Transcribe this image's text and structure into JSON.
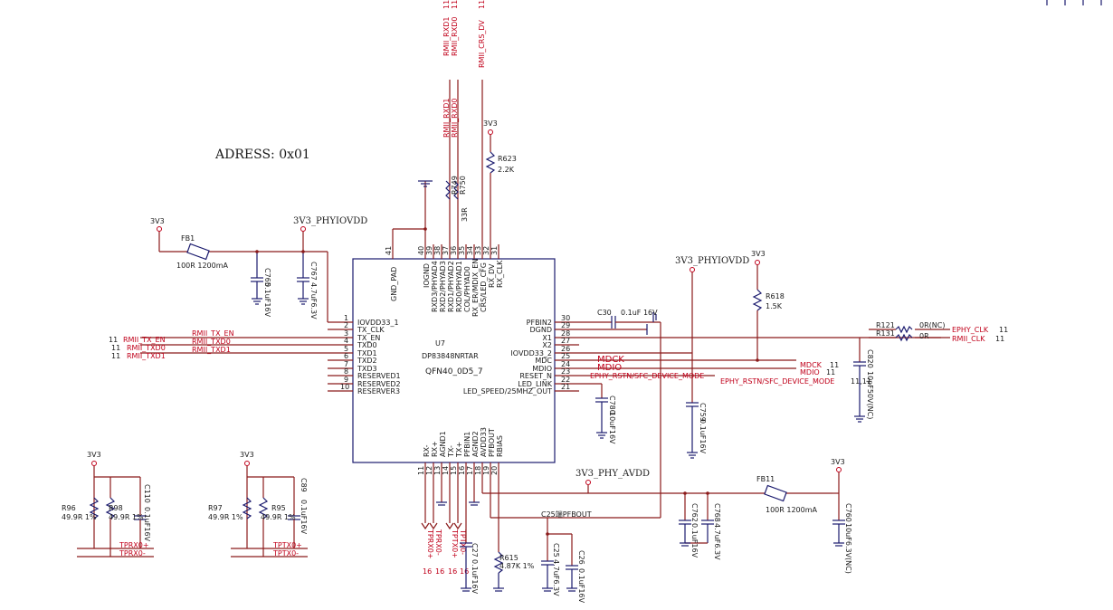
{
  "address_note": "ADRESS:  0x01",
  "chip": {
    "ref": "U7",
    "part": "DP83848NRTAR",
    "package": "QFN40_0D5_7"
  },
  "left_pins": [
    {
      "num": "1",
      "name": "IOVDD33_1"
    },
    {
      "num": "2",
      "name": "TX_CLK"
    },
    {
      "num": "3",
      "name": "TX_EN"
    },
    {
      "num": "4",
      "name": "TXD0"
    },
    {
      "num": "5",
      "name": "TXD1"
    },
    {
      "num": "6",
      "name": "TXD2"
    },
    {
      "num": "7",
      "name": "TXD3"
    },
    {
      "num": "8",
      "name": "RESERVED1"
    },
    {
      "num": "9",
      "name": "RESERVED2"
    },
    {
      "num": "10",
      "name": "RESERVER3"
    }
  ],
  "right_pins": [
    {
      "num": "30",
      "name": "PFBIN2"
    },
    {
      "num": "29",
      "name": "DGND"
    },
    {
      "num": "28",
      "name": "X1"
    },
    {
      "num": "27",
      "name": "X2"
    },
    {
      "num": "26",
      "name": "IOVDD33_2"
    },
    {
      "num": "25",
      "name": "MDC"
    },
    {
      "num": "24",
      "name": "MDIO"
    },
    {
      "num": "23",
      "name": "RESET_N"
    },
    {
      "num": "22",
      "name": "LED_LINK"
    },
    {
      "num": "21",
      "name": "LED_SPEED/25MHZ_OUT"
    }
  ],
  "top_pins": [
    {
      "num": "41",
      "name": "GND_PAD"
    },
    {
      "num": "40",
      "name": "IOGND"
    },
    {
      "num": "39",
      "name": "RXD3/PHYAD4"
    },
    {
      "num": "38",
      "name": "RXD2/PHYAD3"
    },
    {
      "num": "37",
      "name": "RXD1/PHYAD2"
    },
    {
      "num": "36",
      "name": "RXD0/PHYAD1"
    },
    {
      "num": "35",
      "name": "COL/PHYAD0"
    },
    {
      "num": "34",
      "name": "RX_ER/MDIX_EN"
    },
    {
      "num": "33",
      "name": "CRS/LED_CFG"
    },
    {
      "num": "32",
      "name": "RX_DV"
    },
    {
      "num": "31",
      "name": "RX_CLK"
    }
  ],
  "bottom_pins": [
    {
      "num": "11",
      "name": "RX-"
    },
    {
      "num": "12",
      "name": "RX+"
    },
    {
      "num": "13",
      "name": "AGND1"
    },
    {
      "num": "14",
      "name": "TX-"
    },
    {
      "num": "15",
      "name": "TX+"
    },
    {
      "num": "16",
      "name": "PFBIN1"
    },
    {
      "num": "17",
      "name": "AGND2"
    },
    {
      "num": "18",
      "name": "AVDD33"
    },
    {
      "num": "19",
      "name": "PFBOUT"
    },
    {
      "num": "20",
      "name": "RBIAS"
    }
  ],
  "nets": {
    "v3v3": "3V3",
    "phy_iovdd": "3V3_PHYIOVDD",
    "phy_avdd": "3V3_PHY_AVDD",
    "rmii_tx_en": "RMII_TX_EN",
    "rmii_txd0": "RMII_TXD0",
    "rmii_txd1": "RMII_TXD1",
    "rmii_rxd1": "RMII_RXD1",
    "rmii_rxd0": "RMII_RXD0",
    "rmii_crs_dv": "RMII_CRS_DV",
    "mdck": "MDCK",
    "mdio": "MDIO",
    "ephy_rstn": "EPHY_RSTN/SFC_DEVICE_MODE",
    "ephy_clk": "EPHY_CLK",
    "rmii_clk": "RMII_CLK",
    "tprx_p": "TPRX0+",
    "tprx_n": "TPRX0-",
    "tptx_p": "TPTX0+",
    "tptx_n": "TPTX0-",
    "c25_pfbout": "C25端PFBOUT"
  },
  "sheet_refs": {
    "eleven": "11",
    "sixteen": "16",
    "elevenpair": "11,11"
  },
  "components": {
    "fb1": {
      "ref": "FB1",
      "value": "100R 1200mA"
    },
    "fb11": {
      "ref": "FB11",
      "value": "100R 1200mA"
    },
    "c765": {
      "ref": "C765",
      "value": "0.1uF16V"
    },
    "c767": {
      "ref": "C767",
      "value": "4.7uF6.3V"
    },
    "r623": {
      "ref": "R623",
      "value": "2.2K"
    },
    "r749": {
      "ref": "R749",
      "value": "33R"
    },
    "r750": {
      "ref": "R750",
      "value": "33R"
    },
    "r618": {
      "ref": "R618",
      "value": "1.5K"
    },
    "r121": {
      "ref": "R121",
      "value": "0R(NC)"
    },
    "r131": {
      "ref": "R131",
      "value": "0R"
    },
    "c30": {
      "ref": "C30",
      "value": "0.1uF 16V"
    },
    "c820": {
      "ref": "C820",
      "value": "10pF50V(NC)"
    },
    "c780": {
      "ref": "C780",
      "value": "10uF16V"
    },
    "c759": {
      "ref": "C759",
      "value": "0.1uF16V"
    },
    "c110": {
      "ref": "C110",
      "value": "0.1uF16V"
    },
    "c89": {
      "ref": "C89",
      "value": "0.1uF16V"
    },
    "r96": {
      "ref": "R96",
      "value": "49.9R 1%"
    },
    "r98": {
      "ref": "R98",
      "value": "49.9R 1%"
    },
    "r97": {
      "ref": "R97",
      "value": "49.9R 1%"
    },
    "r95": {
      "ref": "R95",
      "value": "49.9R 1%"
    },
    "c27": {
      "ref": "C27",
      "value": "0.1uF16V"
    },
    "r615": {
      "ref": "R615",
      "value": "4.87K 1%"
    },
    "c25": {
      "ref": "C25",
      "value": "4.7uF6.3V"
    },
    "c26": {
      "ref": "C26",
      "value": "0.1uF16V"
    },
    "c762": {
      "ref": "C762",
      "value": "0.1uF16V"
    },
    "c768": {
      "ref": "C768",
      "value": "4.7uF6.3V"
    },
    "c760": {
      "ref": "C760",
      "value": "10uF6.3V(NC)"
    }
  },
  "colors": {
    "wire": "#8b1a1a",
    "symbol": "#1a1a6e",
    "net_label": "#c0001a"
  }
}
